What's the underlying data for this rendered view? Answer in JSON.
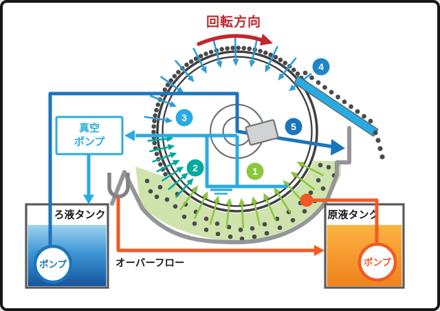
{
  "rotation": {
    "label": "回転方向"
  },
  "vacuum_pump": {
    "line1": "真空",
    "line2": "ポンプ"
  },
  "tanks": {
    "filtrate": {
      "label": "ろ液タンク",
      "pump_label": "ポンプ"
    },
    "raw": {
      "label": "原液タンク",
      "pump_label": "ポンプ"
    }
  },
  "overflow": {
    "label": "オーバーフロー"
  },
  "badges": [
    {
      "n": "1",
      "color": "#8CC63F"
    },
    {
      "n": "2",
      "color": "#00A99D"
    },
    {
      "n": "3",
      "color": "#29ABE2"
    },
    {
      "n": "4",
      "color": "#1C86C8"
    },
    {
      "n": "5",
      "color": "#1B75BC"
    }
  ],
  "colors": {
    "pipe-dark": "#1B75BC",
    "pipe-light": "#29ABE2",
    "pipe-orange": "#F15A24",
    "arrow-air": "#2E9BD6",
    "arrow-teal": "#00A99D",
    "arrow-green": "#8CC63F",
    "red": "#C1272D",
    "drum": "#414042",
    "hub": "#6D6E71",
    "trough": "#939598",
    "slurry": "#CFE3AD",
    "particle": "#4A4A4D",
    "valve-fill": "#D1D3D4",
    "valve-stroke": "#77787B",
    "tank-border": "#58595B",
    "water-top": "#9ED3F0",
    "water-mid": "#3E97D4",
    "water-bottom": "#15549E",
    "raw-top": "#FBB341",
    "raw-bottom": "#F0821C"
  }
}
